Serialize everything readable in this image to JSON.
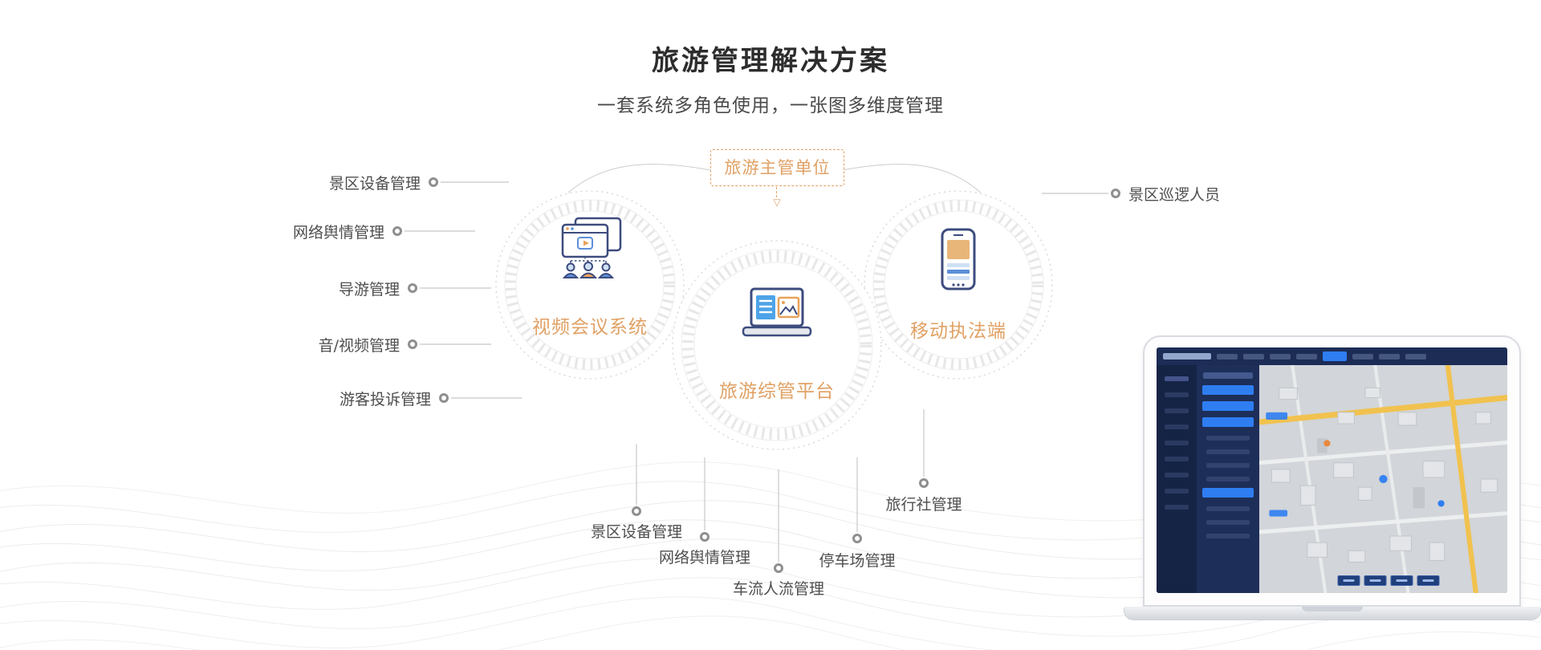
{
  "header": {
    "title": "旅游管理解决方案",
    "subtitle": "一套系统多角色使用，一张图多维度管理"
  },
  "diagram": {
    "authority_box": "旅游主管单位",
    "nodes": {
      "video_conference": "视频会议系统",
      "platform": "旅游综管平台",
      "mobile_enforcement": "移动执法端"
    },
    "left_labels": [
      "景区设备管理",
      "网络舆情管理",
      "导游管理",
      "音/视频管理",
      "游客投诉管理"
    ],
    "right_labels": [
      "景区巡逻人员"
    ],
    "bottom_labels": [
      "景区设备管理",
      "网络舆情管理",
      "车流人流管理",
      "停车场管理",
      "旅行社管理"
    ]
  },
  "colors": {
    "accent_orange": "#E0A165",
    "label_gray": "#4E4E4E",
    "line_gray": "#C8C8C8",
    "icon_navy": "#3D4C7E",
    "icon_blue": "#5B8FD9",
    "highlight_blue": "#2E7EF2"
  }
}
